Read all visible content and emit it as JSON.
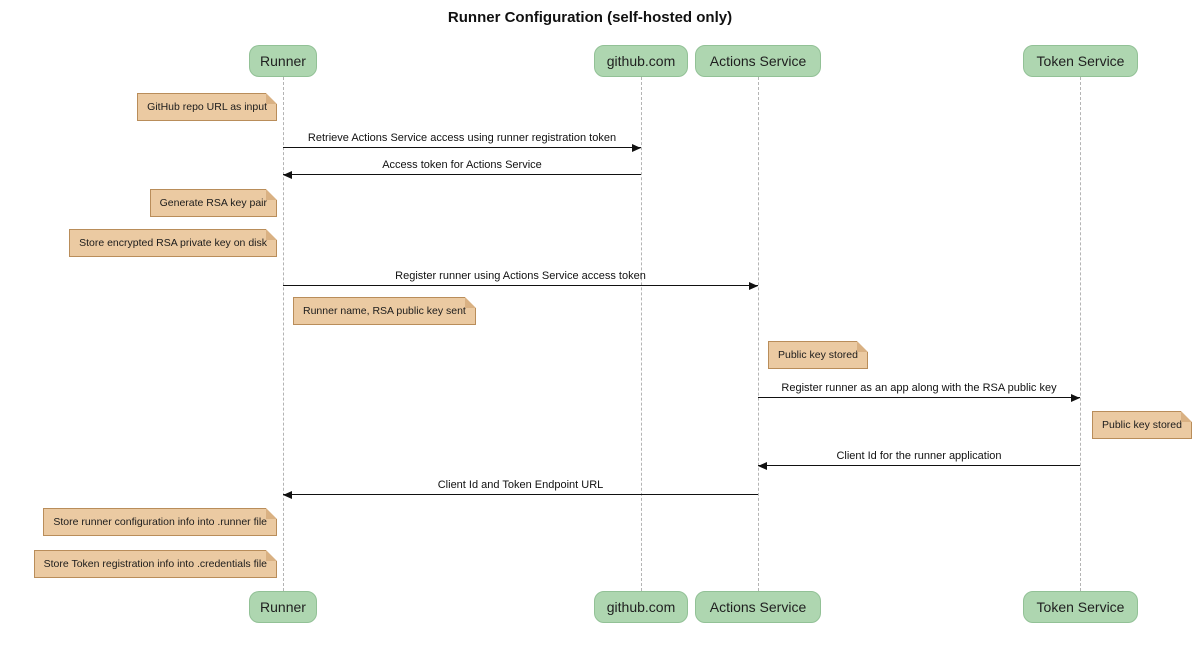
{
  "title": "Runner Configuration (self-hosted only)",
  "participants": [
    {
      "label": "Runner"
    },
    {
      "label": "github.com"
    },
    {
      "label": "Actions Service"
    },
    {
      "label": "Token Service"
    }
  ],
  "notes": [
    {
      "text": "GitHub repo URL as input",
      "position": "left of Runner"
    },
    {
      "text": "Generate RSA key pair",
      "position": "left of Runner"
    },
    {
      "text": "Store encrypted RSA private key on disk",
      "position": "left of Runner"
    },
    {
      "text": "Runner name, RSA public key sent",
      "position": "right of Runner"
    },
    {
      "text": "Public key stored",
      "position": "right of Actions Service"
    },
    {
      "text": "Public key stored",
      "position": "right of Token Service"
    },
    {
      "text": "Store runner configuration info into .runner file",
      "position": "left of Runner"
    },
    {
      "text": "Store Token registration info into .credentials file",
      "position": "left of Runner"
    }
  ],
  "messages": [
    {
      "from": "Runner",
      "to": "github.com",
      "text": "Retrieve Actions Service access using runner registration token"
    },
    {
      "from": "github.com",
      "to": "Runner",
      "text": "Access token for Actions Service"
    },
    {
      "from": "Runner",
      "to": "Actions Service",
      "text": "Register runner using Actions Service access token"
    },
    {
      "from": "Actions Service",
      "to": "Token Service",
      "text": "Register runner as an app along with the RSA public key"
    },
    {
      "from": "Token Service",
      "to": "Actions Service",
      "text": "Client Id for the runner application"
    },
    {
      "from": "Actions Service",
      "to": "Runner",
      "text": "Client Id and Token Endpoint URL"
    }
  ],
  "colors": {
    "background": "#ffffff",
    "participant_fill": "#aed6b0",
    "participant_border": "#92c196",
    "note_fill": "#ebcaa2",
    "note_border": "#b98d5a",
    "note_fold": "#d9b183",
    "lifeline": "#b4b4b4",
    "arrow": "#111111"
  }
}
